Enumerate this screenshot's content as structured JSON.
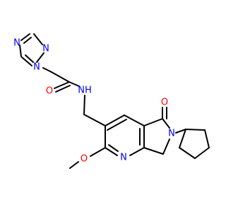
{
  "atoms": {
    "triazole_n1": "N",
    "triazole_n2": "N",
    "triazole_n4": "N",
    "amide_o": "O",
    "amide_nh": "NH",
    "lactam_o": "O",
    "lactam_n": "N",
    "pyridine_n": "N",
    "methoxy_o": "O"
  },
  "colors": {
    "carbon_bond": "#000000",
    "nitrogen": "#0000ff",
    "oxygen": "#ff0000",
    "background": "#ffffff"
  }
}
